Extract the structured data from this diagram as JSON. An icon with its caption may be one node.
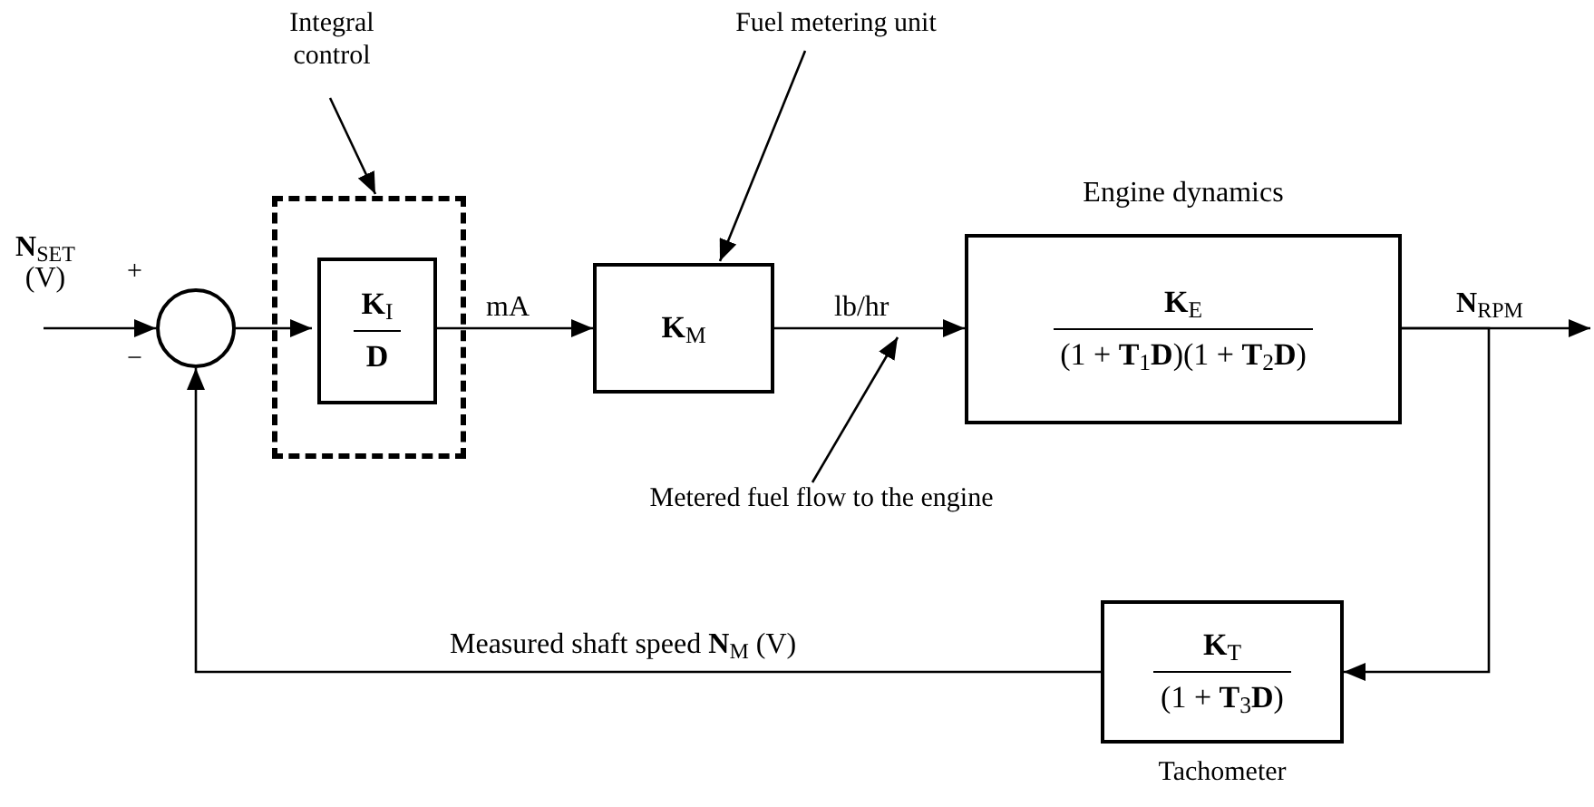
{
  "diagram": {
    "nodes": [
      {
        "text": [
          "**N**$_{SET}$ (V)"
        ]
      },
      {
        "text": [],
        "shape": "circle",
        "beside": [
          "+",
          "−"
        ]
      },
      {
        "text": [
          "Integral control"
        ]
      },
      {
        "text": [],
        "shape": "box"
      },
      {
        "text": [
          "**K**$_{I}$",
          "**D**"
        ],
        "in": 3
      },
      {
        "text": [
          "Fuel metering unit"
        ]
      },
      {
        "text": [
          "**K**$_{M}$"
        ]
      },
      {
        "text": [
          "Engine dynamics",
          "**K**$_{E}$",
          "(1 + **T**$_{1}$**D**)(1 + **T**$_{2}$**D**)"
        ]
      },
      {
        "text": [
          "Metered fuel flow to the engine"
        ]
      },
      {
        "text": [
          "**K**$_{T}$",
          "(1 + **T**$_{3}$**D**)"
        ],
        "beside": [
          "Tachometer"
        ]
      }
    ],
    "edges": [
      {
        "from": 0,
        "to": 1,
        "arrow": "to"
      },
      {
        "from": 1,
        "to": 4,
        "arrow": "to"
      },
      {
        "from": 4,
        "to": 6,
        "arrow": "to",
        "label": "mA"
      },
      {
        "from": 6,
        "to": 7,
        "arrow": "to",
        "label": "lb/hr"
      },
      {
        "from": 7,
        "to": null,
        "arrow": "to",
        "label": "**N**$_{RPM}$"
      },
      {
        "from": 7,
        "to": 9,
        "arrow": "to"
      },
      {
        "from": 9,
        "to": 1,
        "arrow": "to",
        "label": "Measured shaft speed **N**$_{M}$ (V)"
      },
      {
        "from": 2,
        "to": 3,
        "arrow": "to"
      },
      {
        "from": 5,
        "to": 6,
        "arrow": "to"
      },
      {
        "from": 8,
        "to": null,
        "arrow": "to"
      }
    ]
  }
}
